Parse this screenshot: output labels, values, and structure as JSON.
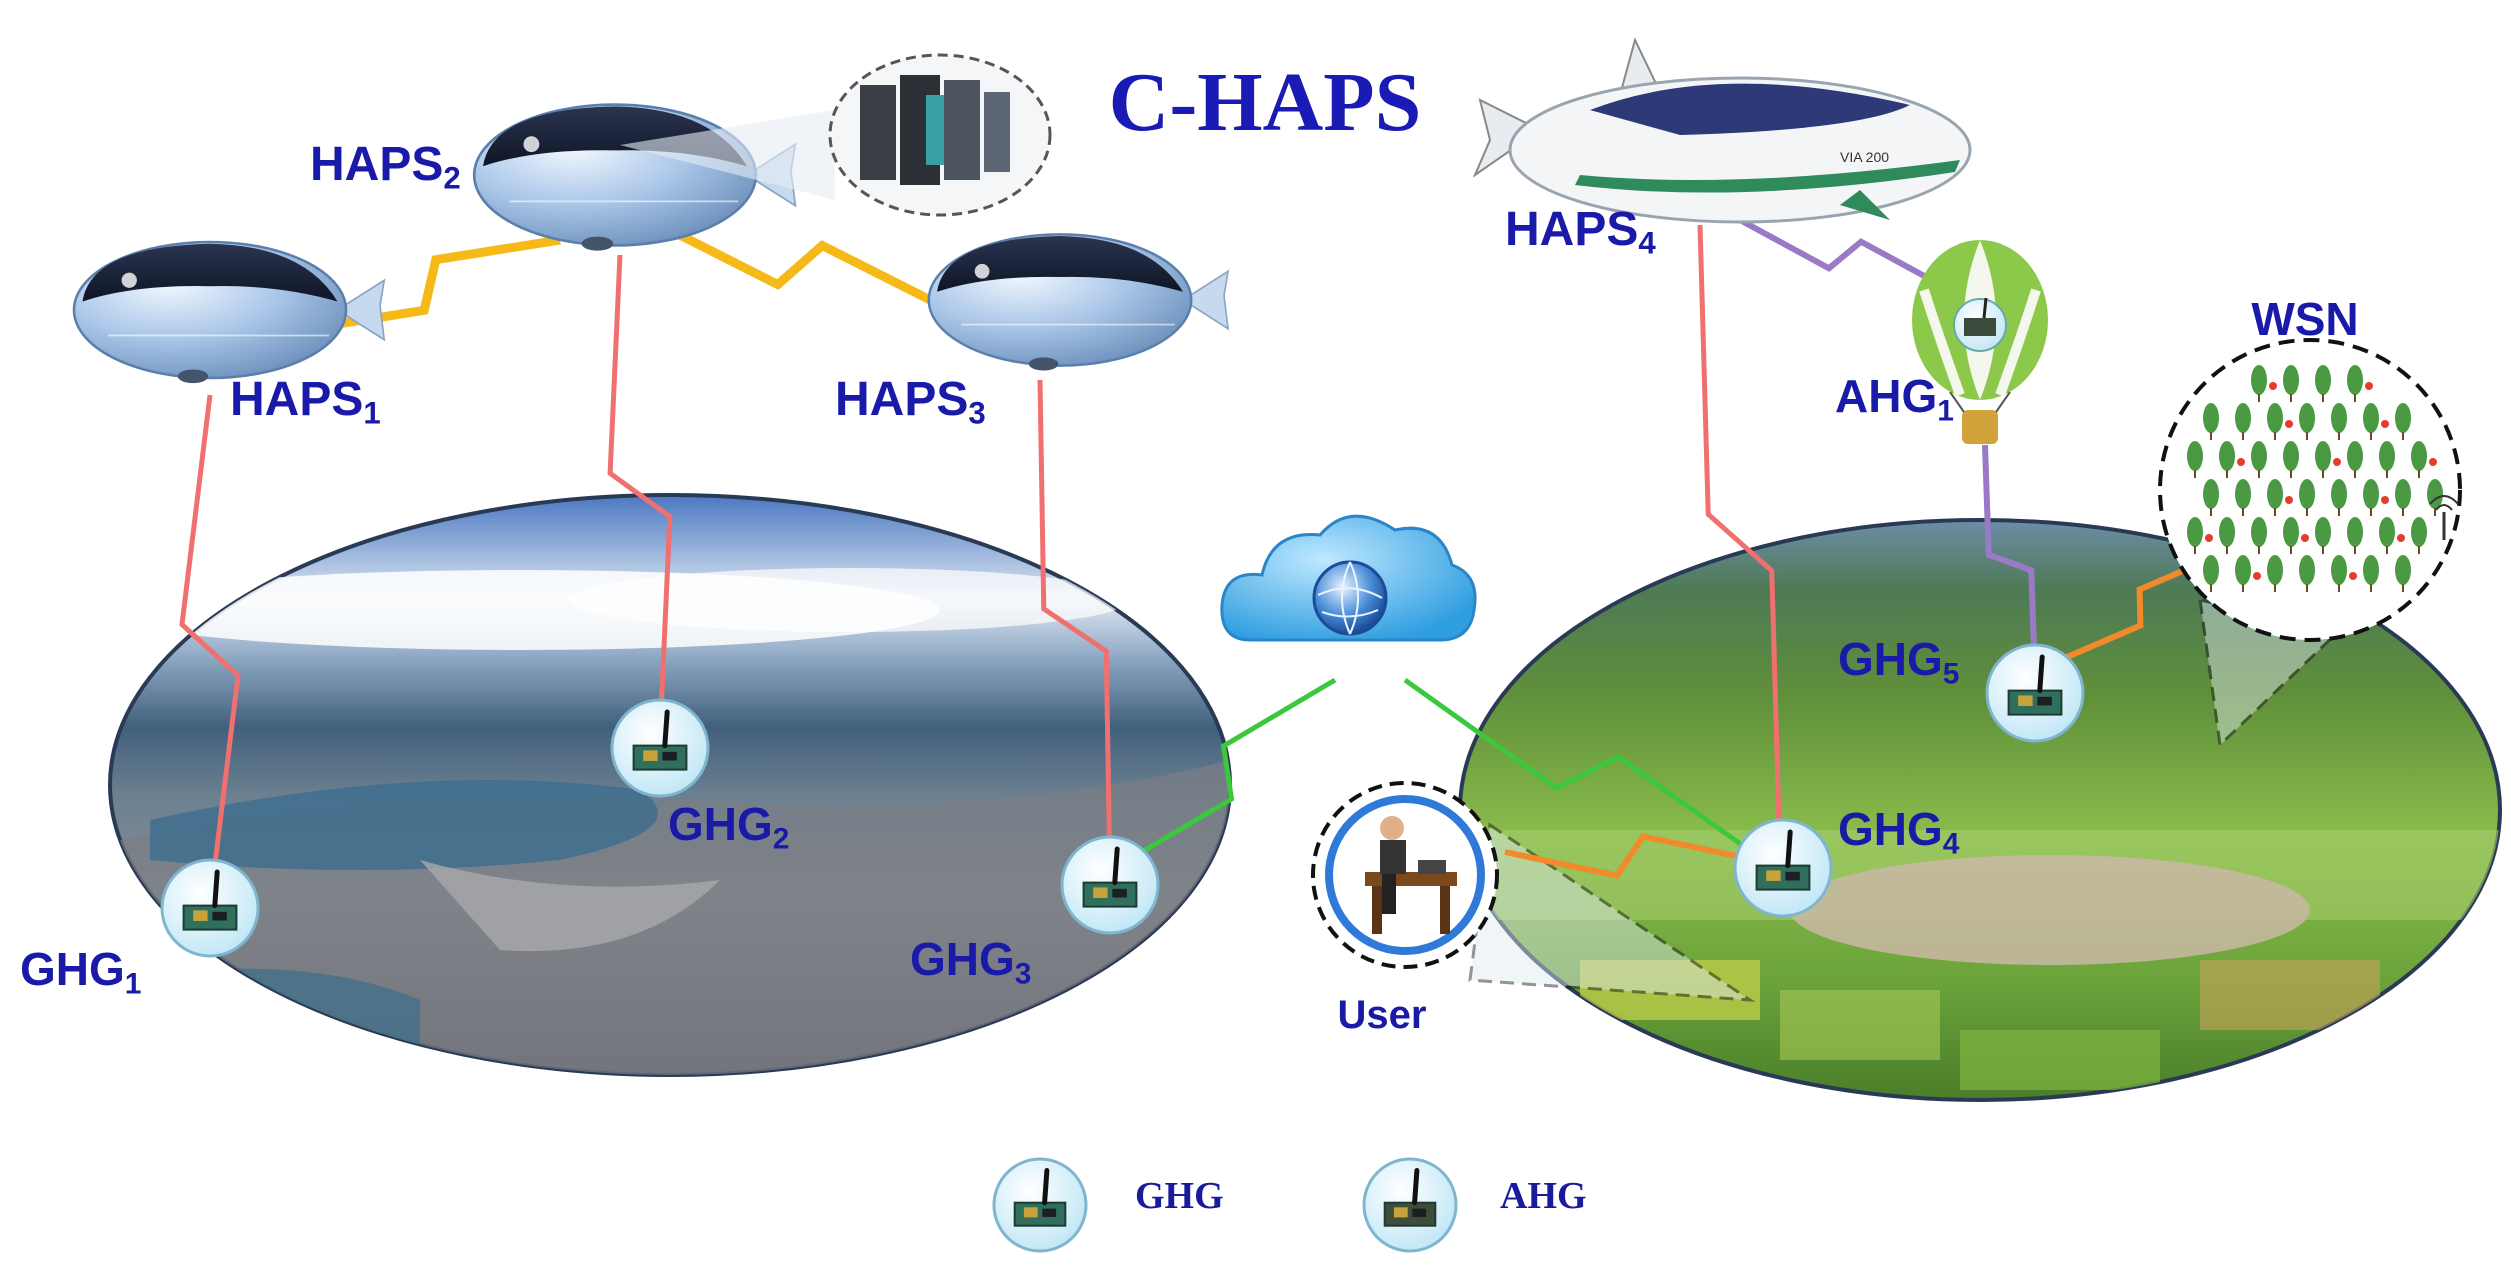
{
  "title": "C-HAPS",
  "haps": [
    {
      "base": "HAPS",
      "sub": "1"
    },
    {
      "base": "HAPS",
      "sub": "2"
    },
    {
      "base": "HAPS",
      "sub": "3"
    },
    {
      "base": "HAPS",
      "sub": "4"
    }
  ],
  "ghg": [
    {
      "base": "GHG",
      "sub": "1"
    },
    {
      "base": "GHG",
      "sub": "2"
    },
    {
      "base": "GHG",
      "sub": "3"
    },
    {
      "base": "GHG",
      "sub": "4"
    },
    {
      "base": "GHG",
      "sub": "5"
    }
  ],
  "ahg": {
    "base": "AHG",
    "sub": "1"
  },
  "wsn_label": "WSN",
  "user_label": "User",
  "airship_text": "VIA 200",
  "legend": [
    {
      "label": "GHG",
      "icon": "ghg-device-icon"
    },
    {
      "label": "AHG",
      "icon": "ahg-device-icon"
    }
  ],
  "colors": {
    "haps_link": "#f5b918",
    "ground_link": "#f07070",
    "internet_link": "#3cc83c",
    "ahg_link": "#9a7ac6",
    "wsn_link": "#f08a2a",
    "user_link": "#f08a2a",
    "label": "#1a1aa8"
  }
}
